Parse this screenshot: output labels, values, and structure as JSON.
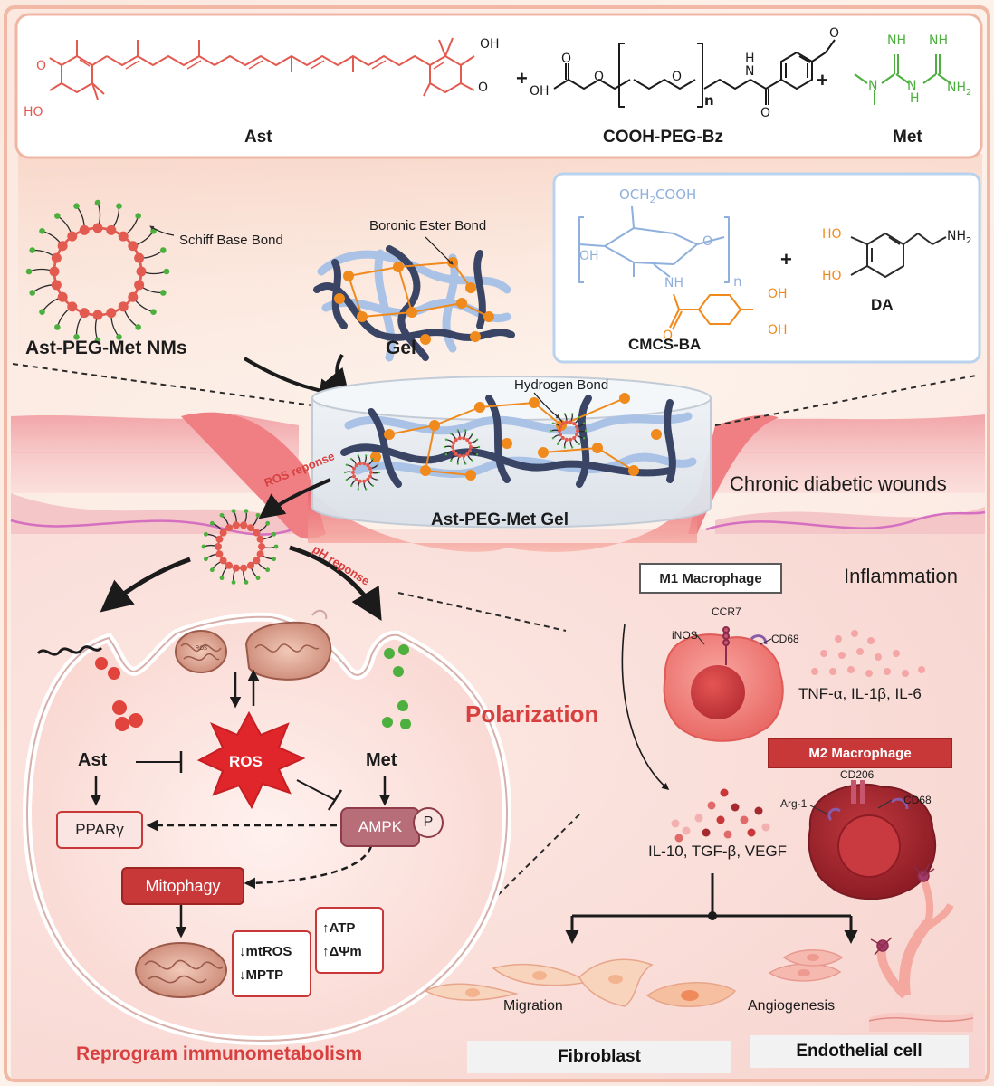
{
  "molecules": {
    "ast": "Ast",
    "peg": "COOH-PEG-Bz",
    "met": "Met",
    "cmcs": "CMCS-BA",
    "da": "DA"
  },
  "chem_text": {
    "oh": "OH",
    "ho": "HO",
    "o": "O",
    "n": "N",
    "h": "H",
    "nh": "NH",
    "nh2": "NH2",
    "och2cooh": "OCH2COOH",
    "n_sub": "n",
    "plus": "+"
  },
  "labels": {
    "schiff": "Schiff Base Bond",
    "boronic": "Boronic Ester Bond",
    "nms": "Ast-PEG-Met NMs",
    "gel": "Gel",
    "hydrogen": "Hydrogen Bond",
    "ros_response": "ROS reponse",
    "ph_response": "pH reponse",
    "ast_gel": "Ast-PEG-Met Gel",
    "wounds": "Chronic diabetic wounds",
    "inflammation": "Inflammation",
    "polarization": "Polarization"
  },
  "cell": {
    "ast": "Ast",
    "met": "Met",
    "ros": "ROS",
    "ampk": "AMPK",
    "p": "P",
    "ppar": "PPARγ",
    "mitophagy": "Mitophagy",
    "mtros": "↓mtROS",
    "mptp": "↓MPTP",
    "atp": "↑ATP",
    "dpsi": "↑ΔΨm",
    "mito_ros": "ROS",
    "reprogram": "Reprogram immunometabolism"
  },
  "macrophage": {
    "m1_title": "M1 Macrophage",
    "m2_title": "M2 Macrophage",
    "inos": "iNOS",
    "ccr7": "CCR7",
    "cd68": "CD68",
    "cd206": "CD206",
    "arg1": "Arg-1",
    "m1_cytokines": "TNF-α,  IL-1β, IL-6",
    "m2_cytokines": "IL-10, TGF-β,  VEGF"
  },
  "outcomes": {
    "migration": "Migration",
    "angiogenesis": "Angiogenesis",
    "fibroblast": "Fibroblast",
    "endothelial": "Endothelial cell"
  },
  "colors": {
    "ast_red": "#e25a50",
    "met_green": "#4caf3e",
    "cmcs_blue": "#8fb0dc",
    "orange": "#f08a1c",
    "dark_red": "#c83838",
    "title_red": "#d84040",
    "gel_navy": "#3a4464",
    "gel_light": "#a9c2e6"
  }
}
